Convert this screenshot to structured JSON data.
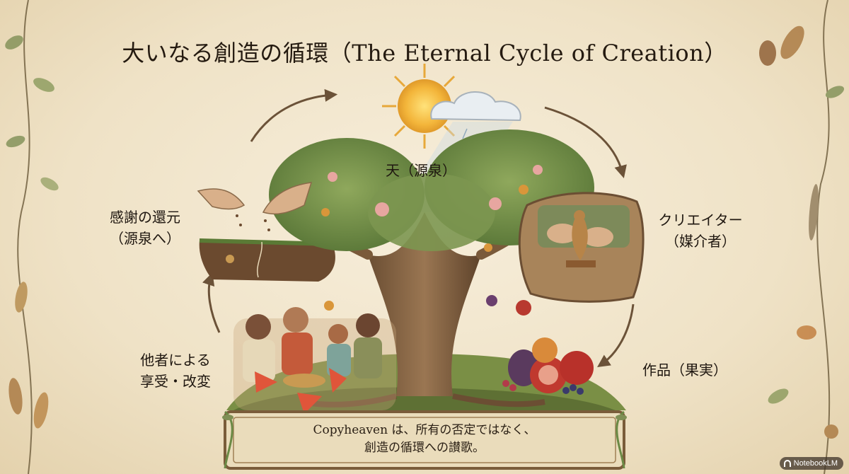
{
  "title": "大いなる創造の循環（The Eternal Cycle of Creation）",
  "stages": {
    "heaven": "天（源泉）",
    "creator_line1": "クリエイター",
    "creator_line2": "（媒介者）",
    "fruit": "作品（果実）",
    "others_line1": "他者による",
    "others_line2": "享受・改変",
    "gratitude_line1": "感謝の還元",
    "gratitude_line2": "（源泉へ）"
  },
  "banner": {
    "line1": "Copyheaven は、所有の否定ではなく、",
    "line2": "創造の循環への讃歌。"
  },
  "watermark": "NotebookLM"
}
